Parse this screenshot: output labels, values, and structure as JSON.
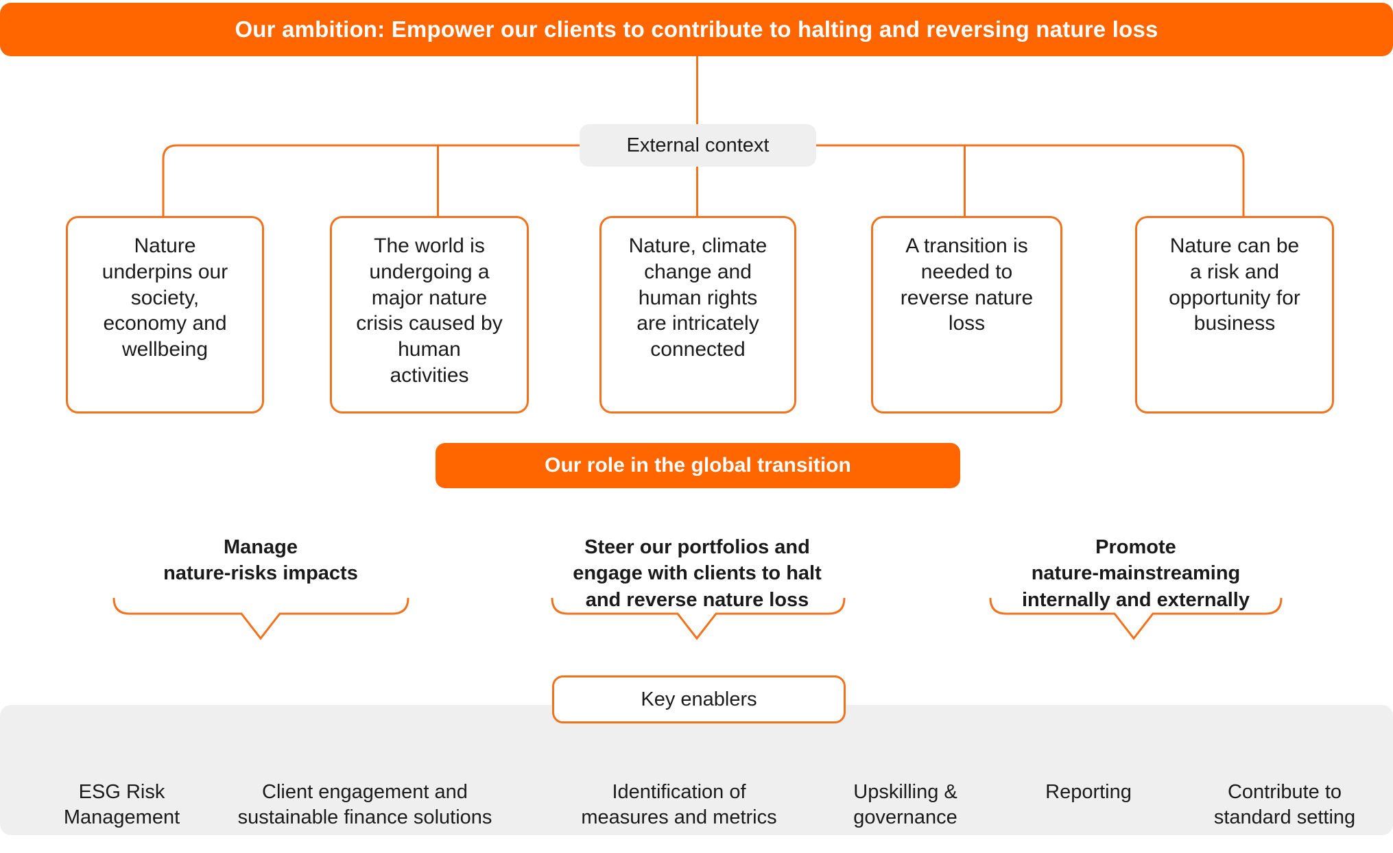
{
  "ambition": {
    "label": "Our ambition: Empower our clients to contribute to halting and reversing nature loss"
  },
  "external_context": {
    "label": "External context",
    "cards": [
      {
        "text": "Nature\nunderpins our\nsociety,\neconomy and\nwellbeing"
      },
      {
        "text": "The world is\nundergoing a\nmajor nature\ncrisis caused by\nhuman\nactivities"
      },
      {
        "text": "Nature, climate\nchange and\nhuman rights\nare intricately\nconnected"
      },
      {
        "text": "A transition is\nneeded to\nreverse nature\nloss"
      },
      {
        "text": "Nature can be\na risk and\nopportunity for\nbusiness"
      }
    ]
  },
  "role": {
    "label": "Our role in the global transition",
    "pillars": [
      {
        "text": "Manage\nnature-risks  impacts"
      },
      {
        "text": "Steer our portfolios and\nengage with clients to halt\nand reverse nature loss"
      },
      {
        "text": "Promote\nnature-mainstreaming\ninternally and externally"
      }
    ]
  },
  "key_enablers": {
    "label": "Key enablers",
    "items": [
      {
        "text": "ESG Risk\nManagement"
      },
      {
        "text": "Client engagement and\nsustainable finance solutions"
      },
      {
        "text": "Identification of\nmeasures and metrics"
      },
      {
        "text": "Upskilling &\ngovernance"
      },
      {
        "text": "Reporting"
      },
      {
        "text": "Contribute to\nstandard setting"
      }
    ]
  },
  "colors": {
    "accent_orange": "#ff6600",
    "line_orange": "#f2711c",
    "panel_grey": "#efefef",
    "text_dark": "#1a1a1a",
    "white": "#ffffff"
  }
}
